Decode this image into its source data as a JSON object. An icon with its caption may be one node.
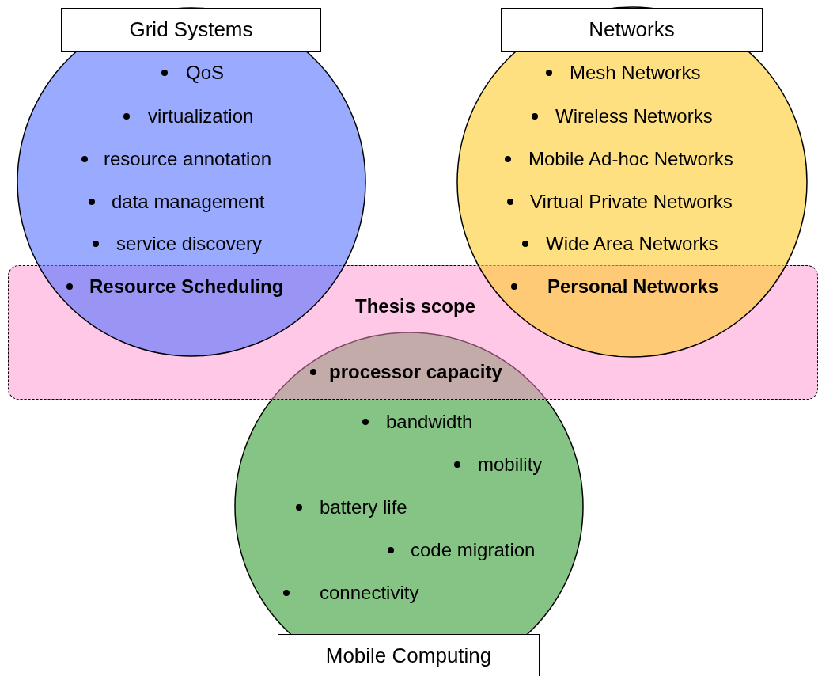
{
  "diagram": {
    "nodes": [
      {
        "text": [
          "Grid Systems",
          "QoS",
          "virtualization",
          "resource annotation",
          "data management",
          "service discovery"
        ]
      },
      {
        "text": [
          "Networks",
          "Mesh Networks",
          "Wireless Networks",
          "Mobile Ad-hoc Networks",
          "Virtual Private Networks",
          "Wide Area Networks"
        ]
      },
      {
        "text": [
          "Resource Scheduling"
        ]
      },
      {
        "text": [
          "Personal Networks"
        ]
      },
      {
        "text": [
          "Thesis scope"
        ]
      },
      {
        "text": [
          "processor capacity"
        ]
      },
      {
        "text": [
          "bandwidth",
          "mobility",
          "battery life",
          "code migration",
          "connectivity",
          "Mobile Computing"
        ]
      }
    ]
  }
}
